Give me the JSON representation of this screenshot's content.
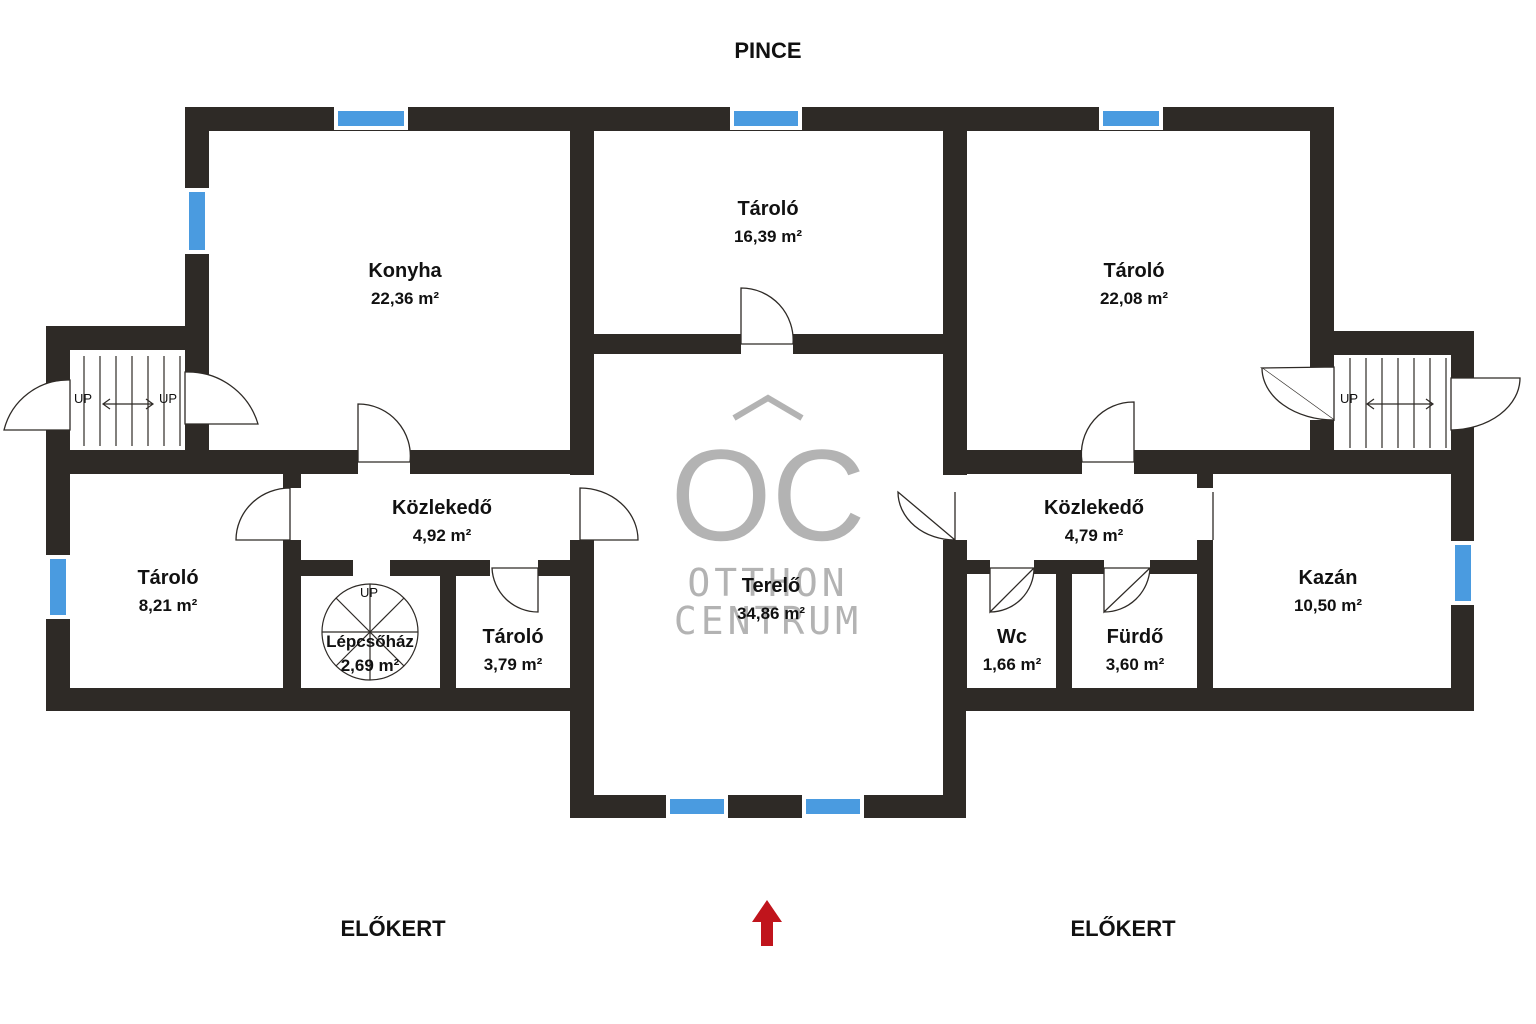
{
  "header": {
    "title": "PINCE"
  },
  "rooms": [
    {
      "name": "Konyha",
      "area": "22,36 m²"
    },
    {
      "name": "Tároló",
      "area": "16,39 m²"
    },
    {
      "name": "Tároló",
      "area": "22,08 m²"
    },
    {
      "name": "Közlekedő",
      "area": "4,92 m²"
    },
    {
      "name": "Közlekedő",
      "area": "4,79 m²"
    },
    {
      "name": "Tároló",
      "area": "8,21 m²"
    },
    {
      "name": "Lépcsőház",
      "area": "2,69 m²"
    },
    {
      "name": "Tároló",
      "area": "3,79 m²"
    },
    {
      "name": "Terelő",
      "area": "34,86 m²"
    },
    {
      "name": "Wc",
      "area": "1,66 m²"
    },
    {
      "name": "Fürdő",
      "area": "3,60 m²"
    },
    {
      "name": "Kazán",
      "area": "10,50 m²"
    }
  ],
  "stairs": {
    "up_label": "UP"
  },
  "outside": {
    "left": "ELŐKERT",
    "right": "ELŐKERT"
  },
  "watermark": {
    "logo": "OC",
    "line1": "OTTHON",
    "line2": "CENTRUM"
  },
  "colors": {
    "wall": "#2e2a26",
    "window": "#4a9be0",
    "entrance_arrow": "#c0141c",
    "watermark": "#9a9a9a"
  }
}
